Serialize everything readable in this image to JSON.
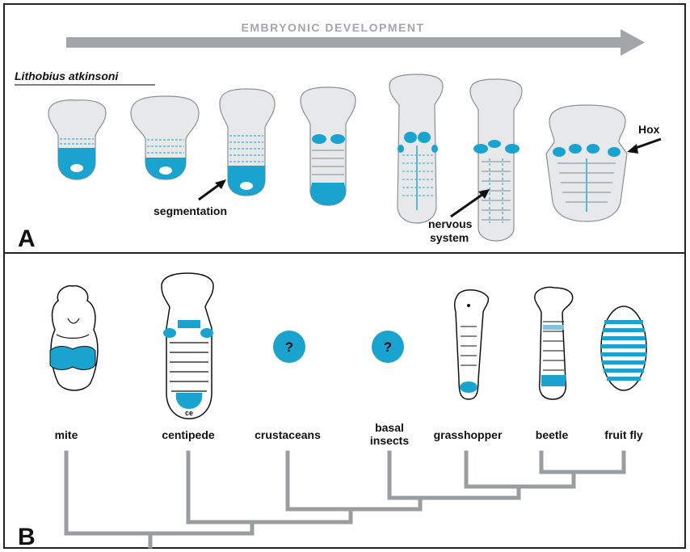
{
  "panel_a": {
    "letter": "A",
    "arrow_title": "EMBRYONIC  DEVELOPMENT",
    "species": "Lithobius atkinsoni",
    "annotations": {
      "segmentation": "segmentation",
      "nervous_line1": "nervous",
      "nervous_line2": "system",
      "hox": "Hox"
    }
  },
  "panel_b": {
    "letter": "B",
    "taxa": [
      {
        "id": "mite",
        "label": "mite"
      },
      {
        "id": "centipede",
        "label": "centipede"
      },
      {
        "id": "crustaceans",
        "label": "crustaceans"
      },
      {
        "id": "basal-insects",
        "label_line1": "basal",
        "label_line2": "insects"
      },
      {
        "id": "grasshopper",
        "label": "grasshopper"
      },
      {
        "id": "beetle",
        "label": "beetle"
      },
      {
        "id": "fruit-fly",
        "label": "fruit fly"
      }
    ],
    "unknown_marker": "?",
    "centipede_mark": "ce"
  },
  "colors": {
    "frame": "#222222",
    "accent_blue": "#1aa3cf",
    "embryo_gray": "#e6e8ea",
    "embryo_outline": "#8a8f95",
    "tree_gray": "#9a9da0",
    "arrow_gray": "#a3a6a8",
    "arrow_text": "#ffffff"
  }
}
